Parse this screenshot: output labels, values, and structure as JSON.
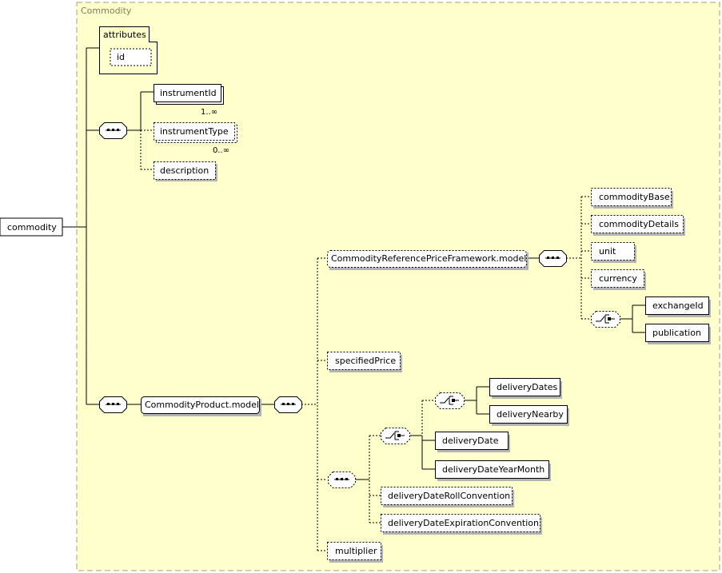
{
  "group": {
    "label": "Commodity"
  },
  "root": {
    "label": "commodity"
  },
  "attributes": {
    "label": "attributes",
    "items": [
      "id"
    ]
  },
  "elements": {
    "instrumentId": {
      "label": "instrumentId",
      "cardinality": "1..∞"
    },
    "instrumentType": {
      "label": "instrumentType",
      "cardinality": "0..∞"
    },
    "description": {
      "label": "description"
    },
    "commodityProductModel": {
      "label": "CommodityProduct.model"
    },
    "commodityReferencePriceFrameworkModel": {
      "label": "CommodityReferencePriceFramework.model"
    },
    "commodityBase": {
      "label": "commodityBase"
    },
    "commodityDetails": {
      "label": "commodityDetails"
    },
    "unit": {
      "label": "unit"
    },
    "currency": {
      "label": "currency"
    },
    "exchangeId": {
      "label": "exchangeId"
    },
    "publication": {
      "label": "publication"
    },
    "specifiedPrice": {
      "label": "specifiedPrice"
    },
    "deliveryDates": {
      "label": "deliveryDates"
    },
    "deliveryNearby": {
      "label": "deliveryNearby"
    },
    "deliveryDate": {
      "label": "deliveryDate"
    },
    "deliveryDateYearMonth": {
      "label": "deliveryDateYearMonth"
    },
    "deliveryDateRollConvention": {
      "label": "deliveryDateRollConvention"
    },
    "deliveryDateExpirationConvention": {
      "label": "deliveryDateExpirationConvention"
    },
    "multiplier": {
      "label": "multiplier"
    }
  },
  "colors": {
    "group_fill": "#ffffcc",
    "group_border": "#a0a080",
    "box_border": "#000000"
  }
}
